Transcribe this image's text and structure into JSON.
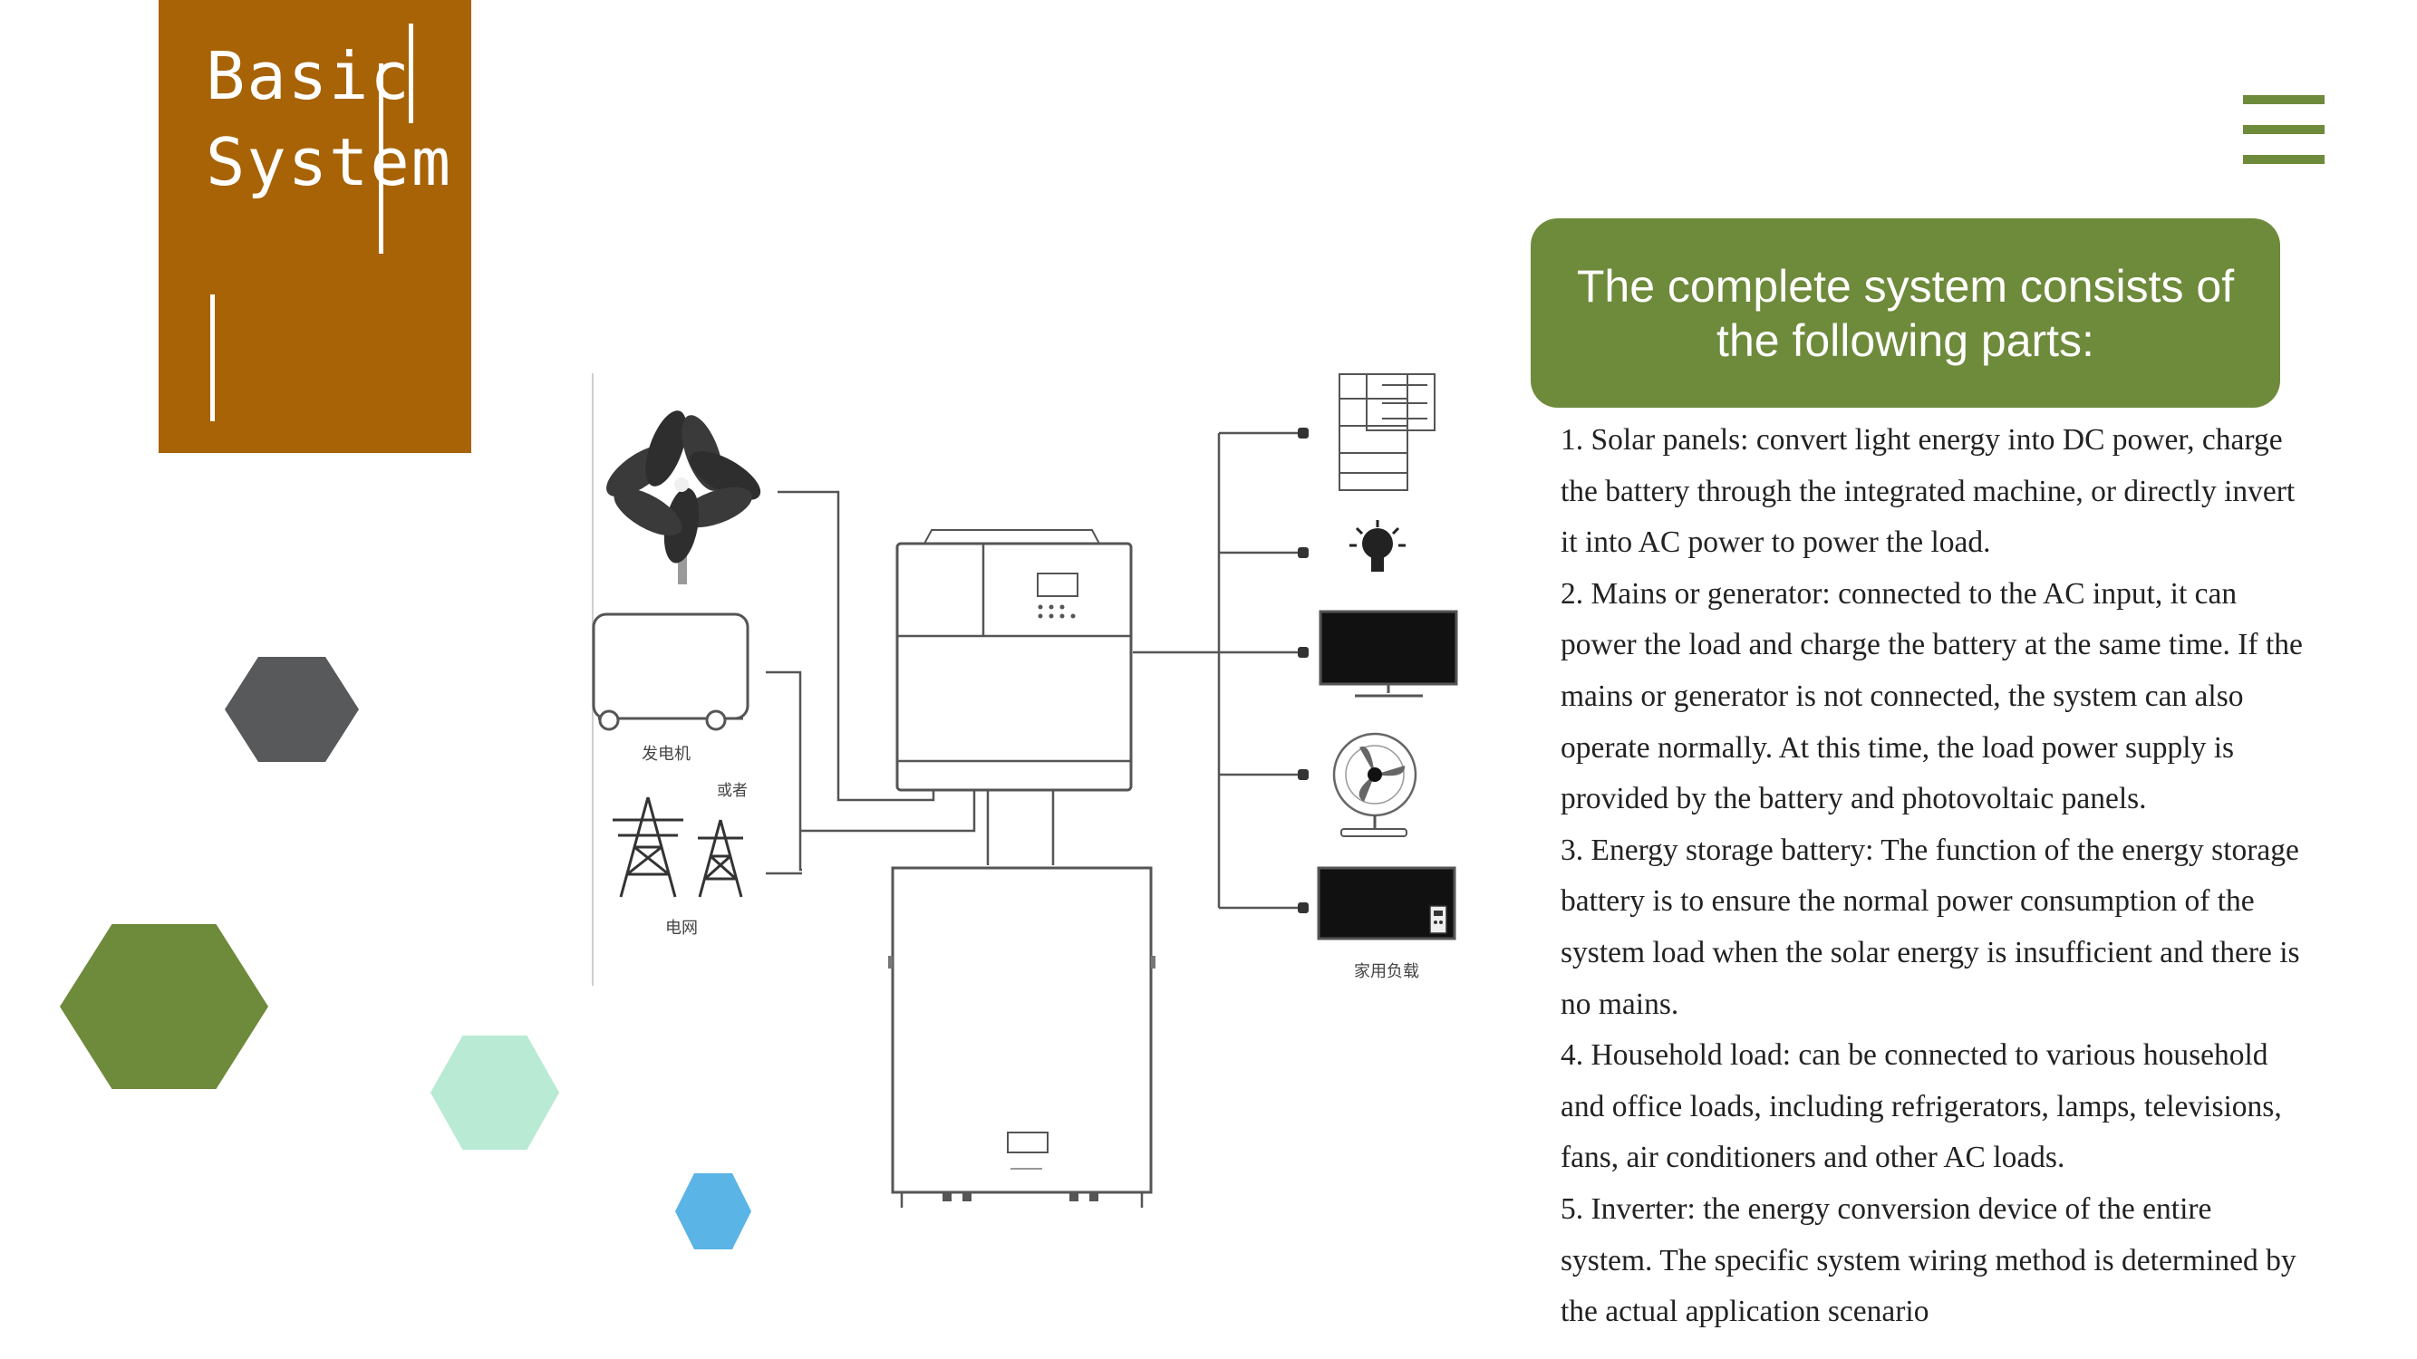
{
  "title": {
    "line1": "Basic",
    "line2": "System"
  },
  "header": {
    "text": "The complete system consists of the following parts:"
  },
  "paragraphs": [
    "1. Solar panels: convert light energy into DC power, charge the battery through the integrated machine, or directly invert it into AC power to power the load.",
    "2. Mains or generator: connected to the AC input, it can power the load and charge the battery at the same time. If the mains or generator is not connected, the system can also operate normally. At this time, the load power supply is provided by the battery and photovoltaic panels.",
    "3. Energy storage battery: The function of the energy storage battery is to ensure the normal power consumption of the system load when the solar energy is insufficient and there is no mains.",
    "4. Household load: can be connected to various household and office loads, including refrigerators, lamps, televisions, fans, air conditioners and other AC loads.",
    "5. Inverter: the energy conversion device of the entire system. The specific system wiring method is determined by the actual application scenario"
  ],
  "diagram": {
    "generator_label": "发电机",
    "or_label": "或者",
    "grid_label": "电网",
    "load_label": "家用负载"
  },
  "colors": {
    "title_bg": "#a76305",
    "accent_green": "#6e8a3b",
    "hex_dark": "#58595b",
    "hex_mint": "#b9ead3",
    "hex_blue": "#5ab4e5"
  },
  "icons": [
    "menu-icon",
    "solar-panel-icon",
    "generator-icon",
    "power-tower-icon",
    "inverter-icon",
    "battery-icon",
    "refrigerator-icon",
    "lamp-icon",
    "television-icon",
    "fan-icon",
    "air-conditioner-icon"
  ]
}
